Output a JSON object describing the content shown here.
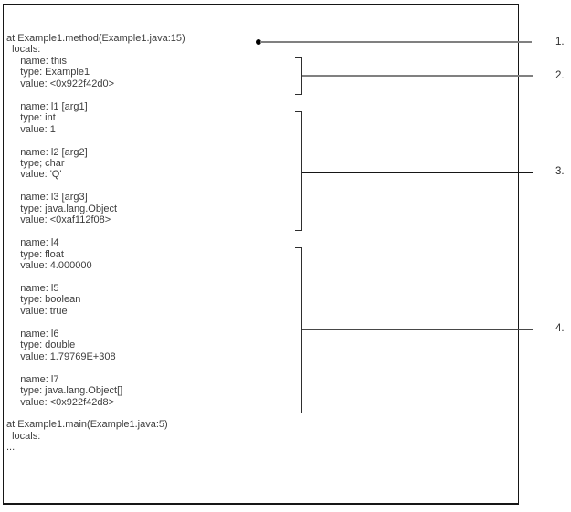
{
  "colors": {
    "background": "#ffffff",
    "box_border": "#161616",
    "listing_text": "#3d3d3d",
    "callout_line_gray": "#808080",
    "callout_line_black": "#161616",
    "bracket": "#2e2e2e",
    "callout_label_text": "#2e2e2e",
    "dot": "#000000"
  },
  "stack_listing": {
    "lines": [
      "at Example1.method(Example1.java:15)",
      "  locals:",
      "     name: this",
      "     type: Example1",
      "     value: <0x922f42d0>",
      "",
      "     name: l1 [arg1]",
      "     type: int",
      "     value: 1",
      "",
      "     name: l2 [arg2]",
      "     type; char",
      "     value: 'Q'",
      "",
      "     name: l3 [arg3]",
      "     type: java.lang.Object",
      "     value: <0xaf112f08>",
      "",
      "     name: l4",
      "     type: float",
      "     value: 4.000000",
      "",
      "     name: l5",
      "     type: boolean",
      "     value: true",
      "",
      "     name: l6",
      "     type: double",
      "     value: 1.79769E+308",
      "",
      "     name: l7",
      "     type: java.lang.Object[]",
      "     value: <0x922f42d8>",
      "",
      "at Example1.main(Example1.java:5)",
      "  locals:",
      "..."
    ]
  },
  "callouts": [
    {
      "label": "1."
    },
    {
      "label": "2."
    },
    {
      "label": "3."
    },
    {
      "label": "4."
    }
  ]
}
